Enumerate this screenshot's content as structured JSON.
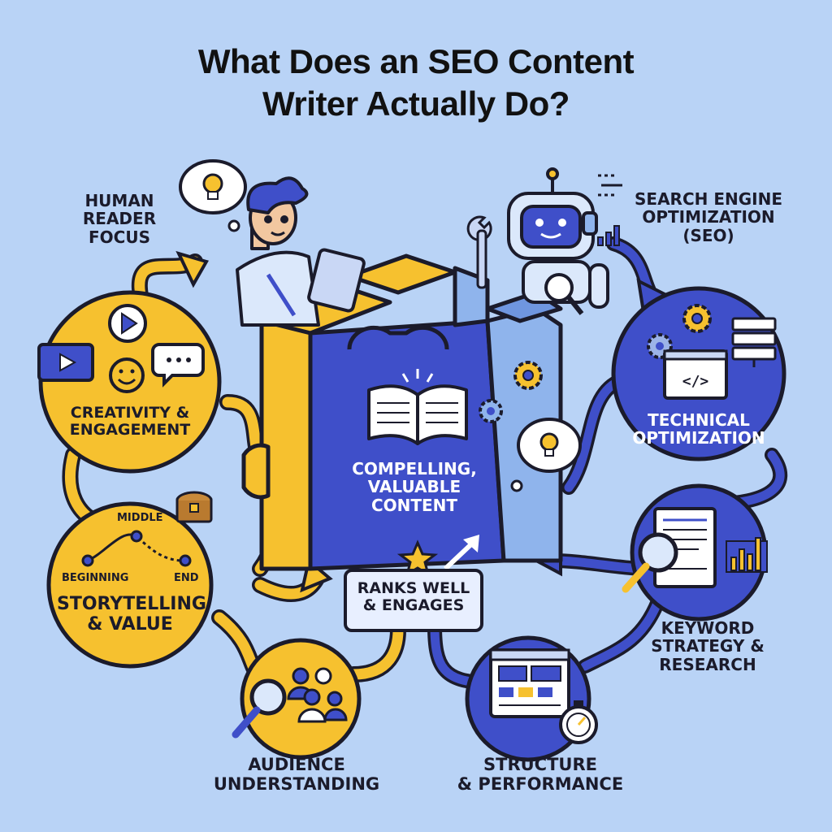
{
  "title": {
    "line1": "What Does an SEO Content",
    "line2": "Writer Actually Do?"
  },
  "labels": {
    "human_reader_focus": [
      "HUMAN",
      "READER",
      "FOCUS"
    ],
    "seo": [
      "SEARCH ENGINE",
      "OPTIMIZATION",
      "(SEO)"
    ],
    "creativity": [
      "CREATIVITY &",
      "ENGAGEMENT"
    ],
    "storytelling": [
      "STORYTELLING",
      "& VALUE"
    ],
    "story_arc": {
      "beginning": "BEGINNING",
      "middle": "MIDDLE",
      "end": "END"
    },
    "audience": [
      "AUDIENCE",
      "UNDERSTANDING"
    ],
    "structure": [
      "STRUCTURE",
      "& PERFORMANCE"
    ],
    "keyword": [
      "KEYWORD",
      "STRATEGY &",
      "RESEARCH"
    ],
    "technical": [
      "TECHNICAL",
      "OPTIMIZATION"
    ],
    "center": [
      "COMPELLING,",
      "VALUABLE",
      "CONTENT"
    ],
    "ranks": [
      "RANKS WELL",
      "& ENGAGES"
    ]
  },
  "colors": {
    "background": "#b9d3f6",
    "yellow": "#f6c12f",
    "blue": "#3f4fc9",
    "outline": "#1b1b2b",
    "light_blue": "#8fb4ec"
  },
  "icons": [
    "lightbulb-icon",
    "robot-icon",
    "wrench-icon",
    "gear-icon",
    "server-icon",
    "code-window-icon",
    "magnifier-icon",
    "bar-chart-icon",
    "play-icon",
    "smiley-icon",
    "chat-bubble-icon",
    "treasure-chest-icon",
    "audience-icon",
    "stopwatch-icon",
    "open-book-icon",
    "star-icon"
  ]
}
